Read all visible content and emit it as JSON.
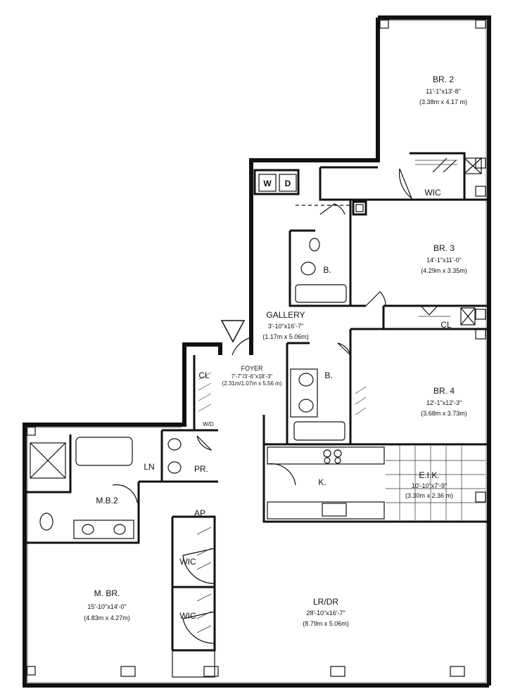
{
  "rooms": {
    "br2": {
      "name": "BR. 2",
      "dim_imperial": "11'-1\"x13'-8\"",
      "dim_metric": "(3.38m x 4.17 m)"
    },
    "br3": {
      "name": "BR. 3",
      "dim_imperial": "14'-1\"x11'-0\"",
      "dim_metric": "(4.29m x 3.35m)"
    },
    "br4": {
      "name": "BR. 4",
      "dim_imperial": "12'-1\"x12'-3\"",
      "dim_metric": "(3.68m x 3.73m)"
    },
    "gallery": {
      "name": "GALLERY",
      "dim_imperial": "3'-10\"x16'-7\"",
      "dim_metric": "(1.17m x 5.06m)"
    },
    "foyer": {
      "name": "FOYER",
      "dim_imperial": "7'-7\"/3'-6\"x18'-3\"",
      "dim_metric": "(2.31m/1.07m x 5.56 m)"
    },
    "eik": {
      "name": "E.I.K.",
      "dim_imperial": "10'-10\"x7'-9\"",
      "dim_metric": "(3.30m x 2.36 m)"
    },
    "lrdr": {
      "name": "LR/DR",
      "dim_imperial": "28'-10\"x16'-7\"",
      "dim_metric": "(8.79m x 5.06m)"
    },
    "mbr": {
      "name": "M. BR.",
      "dim_imperial": "15'-10\"x14'-0\"",
      "dim_metric": "(4.83m x 4.27m)"
    }
  },
  "labels": {
    "wic_br2": "WIC",
    "wic_1": "WIC",
    "wic_2": "WIC",
    "bath_1": "B.",
    "bath_2": "B.",
    "mb2": "M.B.2",
    "closet_br3": "CL",
    "closet_foyer": "CL",
    "linen": "LN",
    "powder": "PR.",
    "ap": "AP",
    "kitchen": "K.",
    "washer": "W",
    "dryer": "D",
    "wd": "W/D"
  }
}
